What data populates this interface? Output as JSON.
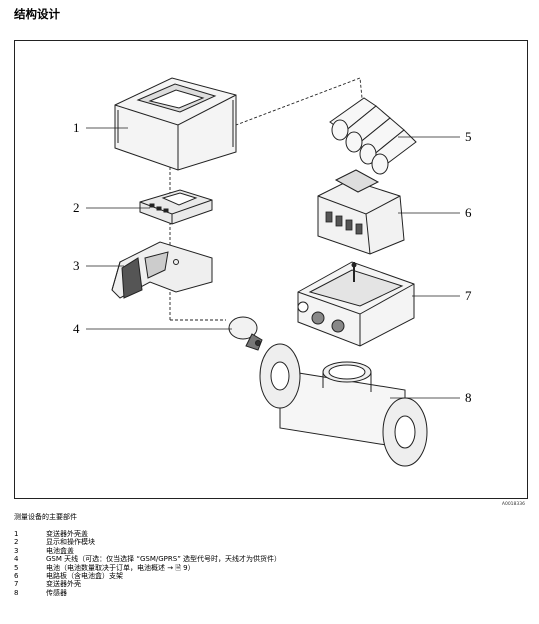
{
  "page": {
    "title": "结构设计",
    "figure_id": "A0018336"
  },
  "figure": {
    "caption": "测量设备的主要部件",
    "callouts": [
      "1",
      "2",
      "3",
      "4",
      "5",
      "6",
      "7",
      "8"
    ]
  },
  "legend": [
    {
      "num": "1",
      "text": "变送器外壳盖"
    },
    {
      "num": "2",
      "text": "显示和操作模块"
    },
    {
      "num": "3",
      "text": "电池盒盖"
    },
    {
      "num": "4",
      "text": "GSM 天线（可选：仅当选择 “GSM/GPRS” 选型代号时，天线才为供货件）"
    },
    {
      "num": "5",
      "text": "电池（电池数量取决于订单，电池概述 → 🗎 9）"
    },
    {
      "num": "6",
      "text": "电路板（含电池盒）支架"
    },
    {
      "num": "7",
      "text": "变送器外壳"
    },
    {
      "num": "8",
      "text": "传感器"
    }
  ]
}
